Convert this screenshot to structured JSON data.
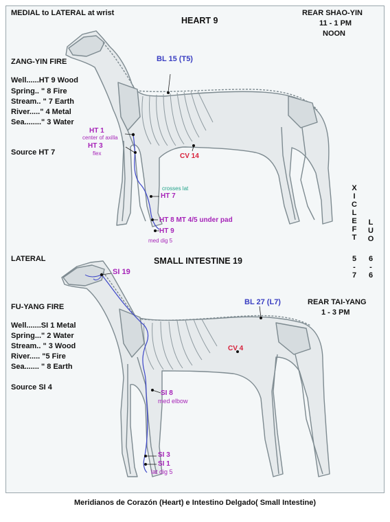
{
  "top": {
    "header_left": "MEDIAL to LATERAL at wrist",
    "title": "HEART  9",
    "header_right_1": "REAR SHAO-YIN",
    "header_right_2": "11 - 1 PM",
    "header_right_3": "NOON",
    "element": "ZANG-YIN  FIRE",
    "points_table": [
      "Well......HT 9  Wood",
      "Spring.. \"   8  Fire",
      "Stream.. \"   7  Earth",
      "River.....\"   4  Metal",
      "Sea........\"  3  Water"
    ],
    "source": "Source  HT 7",
    "labels": {
      "bl15": "BL 15 (T5)",
      "ht1": "HT 1",
      "ht1_note": "center of axilla",
      "ht3": "HT 3",
      "ht3_note": "flex",
      "cv14": "CV 14",
      "crosses": "crosses lat",
      "ht7": "HT 7",
      "ht8": "HT 8  MT 4/5 under pad",
      "ht9": "HT 9",
      "ht9_note": "med dig 5"
    }
  },
  "side": {
    "col1": [
      "X",
      "I",
      "C",
      "L",
      "E",
      "F",
      "T"
    ],
    "col2": [
      "L",
      "U",
      "O"
    ],
    "nums_row1": [
      "5",
      "6"
    ],
    "nums_row2": [
      "-",
      "-"
    ],
    "nums_row3": [
      "7",
      "6"
    ]
  },
  "bottom": {
    "header_left": "LATERAL",
    "title": "SMALL INTESTINE  19",
    "header_right_1": "REAR TAI-YANG",
    "header_right_2": "1 - 3 PM",
    "element": "FU-YANG  FIRE",
    "points_table": [
      "Well.......SI 1  Metal",
      "Spring...\"  2  Water",
      "Stream.. \"  3  Wood",
      "River..... \"5  Fire",
      "Sea....... \" 8  Earth"
    ],
    "source": "Source   SI 4",
    "labels": {
      "si19": "SI 19",
      "bl27": "BL 27 (L7)",
      "cv4": "CV 4",
      "si8": "SI 8",
      "si8_note": "med elbow",
      "si3": "SI 3",
      "si1": "SI 1",
      "si1_note": "lat dig 5"
    }
  },
  "caption": "Meridianos de Corazón (Heart) e Intestino Delgado( Small Intestine)",
  "colors": {
    "meridian": "#3b45c8",
    "point_label": "#a624b8",
    "cv_label": "#d8203a",
    "bl_label": "#3a3fc2",
    "bone": "#c9cfd2"
  }
}
